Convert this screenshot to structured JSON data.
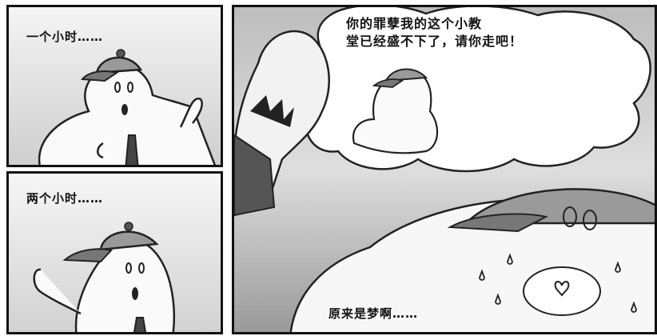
{
  "panels": {
    "panel1": {
      "caption": "一个小时……"
    },
    "panel2": {
      "caption": "两个小时……"
    },
    "panel3": {
      "speech_line1": "你的罪孽我的这个小教",
      "speech_line2": "堂已经盛不下了，请你走吧！",
      "caption": "原来是梦啊……"
    }
  }
}
